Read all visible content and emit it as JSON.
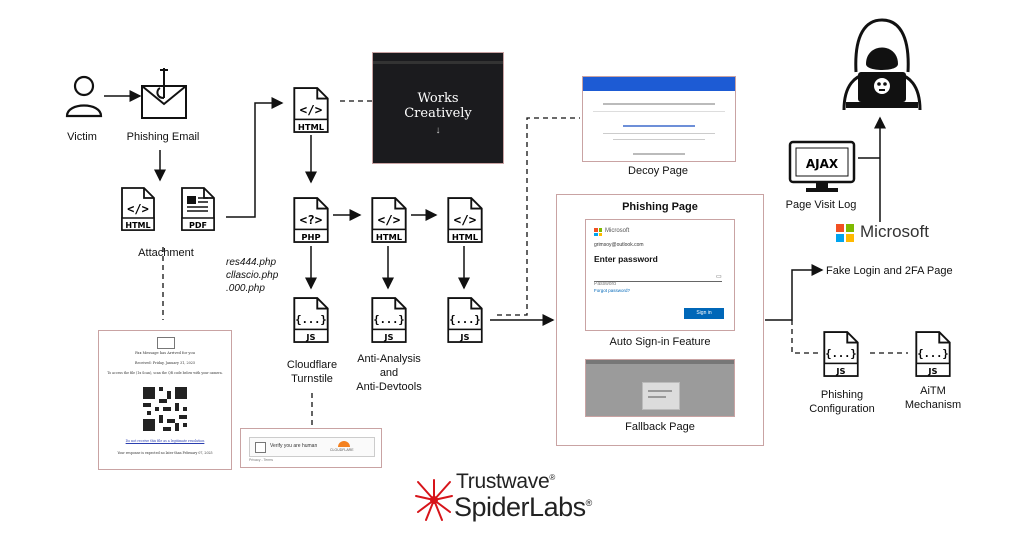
{
  "nodes": {
    "victim": "Victim",
    "phishing_email": "Phishing Email",
    "attachment": "Attachment",
    "php_files": [
      "res444.php",
      "cllascio.php",
      ".000.php"
    ],
    "cloudflare": [
      "Cloudflare",
      "Turnstile"
    ],
    "anti_analysis": [
      "Anti-Analysis",
      "and",
      "Anti-Devtools"
    ],
    "decoy_page": "Decoy Page",
    "phishing_page_title": "Phishing Page",
    "auto_signin": "Auto Sign-in Feature",
    "fallback_page": "Fallback Page",
    "page_visit_log": "Page Visit Log",
    "fake_login": "Fake Login and 2FA Page",
    "phishing_config": [
      "Phishing",
      "Configuration"
    ],
    "aitm": [
      "AiTM",
      "Mechanism"
    ]
  },
  "file_tags": {
    "html": "HTML",
    "pdf": "PDF",
    "php": "PHP",
    "js": "JS",
    "code": "</>",
    "php_code": "<?>",
    "js_code": "{...}"
  },
  "works_site": {
    "line1": "Works",
    "line2": "Creatively",
    "arrow": "↓"
  },
  "ajax": "AJAX",
  "microsoft": "Microsoft",
  "signin_mock": {
    "brand": "Microsoft",
    "email": "grimsoy@outlook.com",
    "heading": "Enter password",
    "placeholder": "Password",
    "forgot": "Forgot password?",
    "button": "Sign in"
  },
  "doc_preview": {
    "title": "Fax Message has Arrived for you",
    "date": "Received: Friday, January 31, 2025",
    "instructions": "To access the file (1x Scan), scan the QR code below with your camera.",
    "link": "Do not receive this file as a legitimate resolution",
    "footer": "Your response is expected no later than February 07, 2025"
  },
  "turnstile": {
    "label": "Verify you are human",
    "brand": "CLOUDFLARE",
    "footer": "Privacy - Terms"
  },
  "branding": {
    "company": "Trustwave",
    "division": "SpiderLabs",
    "trademark": "®"
  },
  "colors": {
    "accent_border": "#c9a3a3",
    "ms_blue": "#0067b8",
    "brand_red": "#d7141a"
  }
}
